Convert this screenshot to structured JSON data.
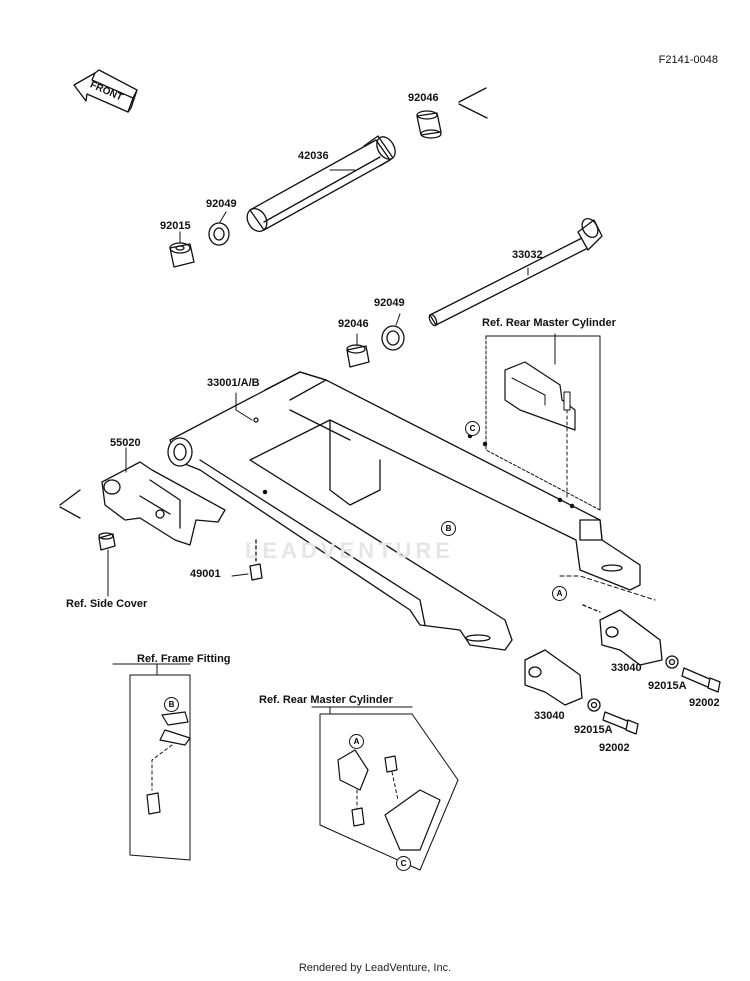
{
  "diagram_code": "F2141-0048",
  "footer": "Rendered by LeadVenture, Inc.",
  "watermark": "LEADVENTURE",
  "front_arrow": "FRONT",
  "parts": {
    "p92046a": "92046",
    "p42036": "42036",
    "p92049a": "92049",
    "p92015": "92015",
    "p33032": "33032",
    "p92049b": "92049",
    "p92046b": "92046",
    "p33001": "33001/A/B",
    "p55020": "55020",
    "p49001": "49001",
    "p33040a": "33040",
    "p92015Aa": "92015A",
    "p92002a": "92002",
    "p33040b": "33040",
    "p92015Ab": "92015A",
    "p92002b": "92002"
  },
  "refs": {
    "rear_master_top": "Ref. Rear Master Cylinder",
    "side_cover": "Ref. Side Cover",
    "frame_fitting": "Ref. Frame Fitting",
    "rear_master_bottom": "Ref. Rear Master Cylinder"
  },
  "markers": {
    "A1": "A",
    "B1": "B",
    "C1": "C",
    "A2": "A",
    "B2": "B",
    "C2": "C"
  }
}
